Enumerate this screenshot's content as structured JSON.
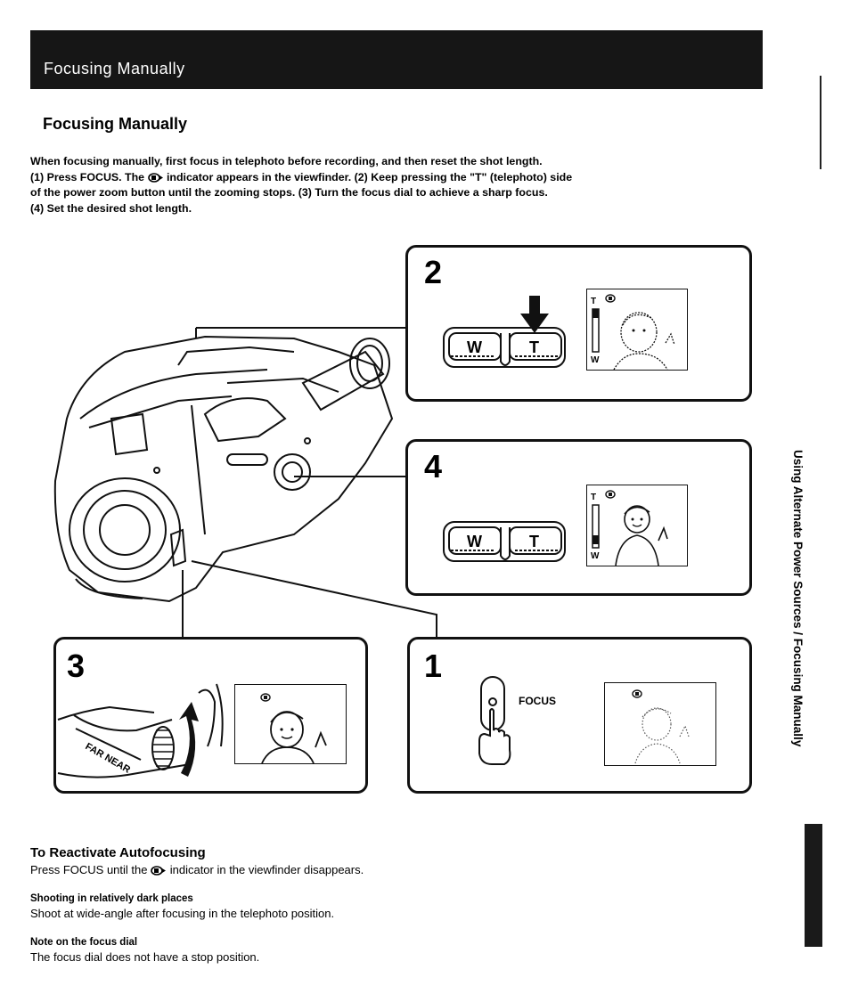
{
  "header": {
    "title": "Focusing Manually"
  },
  "section": {
    "title": "Focusing Manually",
    "intro": [
      "When focusing manually, first focus in telephoto before recording, and then reset the shot length.",
      [
        "(1) Press FOCUS. The ",
        " indicator appears in the viewfinder. (2) Keep pressing the \"T\" (telephoto) side"
      ],
      "of the power zoom button until the zooming stops. (3) Turn the focus dial to achieve a sharp focus.",
      "(4) Set the desired shot length."
    ]
  },
  "figure": {
    "steps": [
      {
        "number": "2",
        "zoom_w": "W",
        "zoom_t": "T",
        "vf_t": "T",
        "vf_w": "W"
      },
      {
        "number": "4",
        "zoom_w": "W",
        "zoom_t": "T",
        "vf_t": "T",
        "vf_w": "W"
      },
      {
        "number": "3",
        "dial_text": "FAR NEAR"
      },
      {
        "number": "1",
        "button_label": "FOCUS"
      }
    ]
  },
  "sidebar": {
    "text": "Using Alternate Power Sources / Focusing Manually"
  },
  "notes": {
    "reactivate_title": "To Reactivate Autofocusing",
    "reactivate_text": [
      "Press FOCUS until the ",
      " indicator in the viewfinder disappears."
    ],
    "dark_title": "Shooting in relatively dark places",
    "dark_text": "Shoot at wide-angle after focusing in the telephoto position.",
    "dial_title": "Note on the focus dial",
    "dial_text": "The focus dial does not have a stop position."
  },
  "icons": [
    "manual-focus-indicator-icon",
    "down-arrow-icon",
    "hand-pointer-icon",
    "rotate-arrow-icon"
  ]
}
